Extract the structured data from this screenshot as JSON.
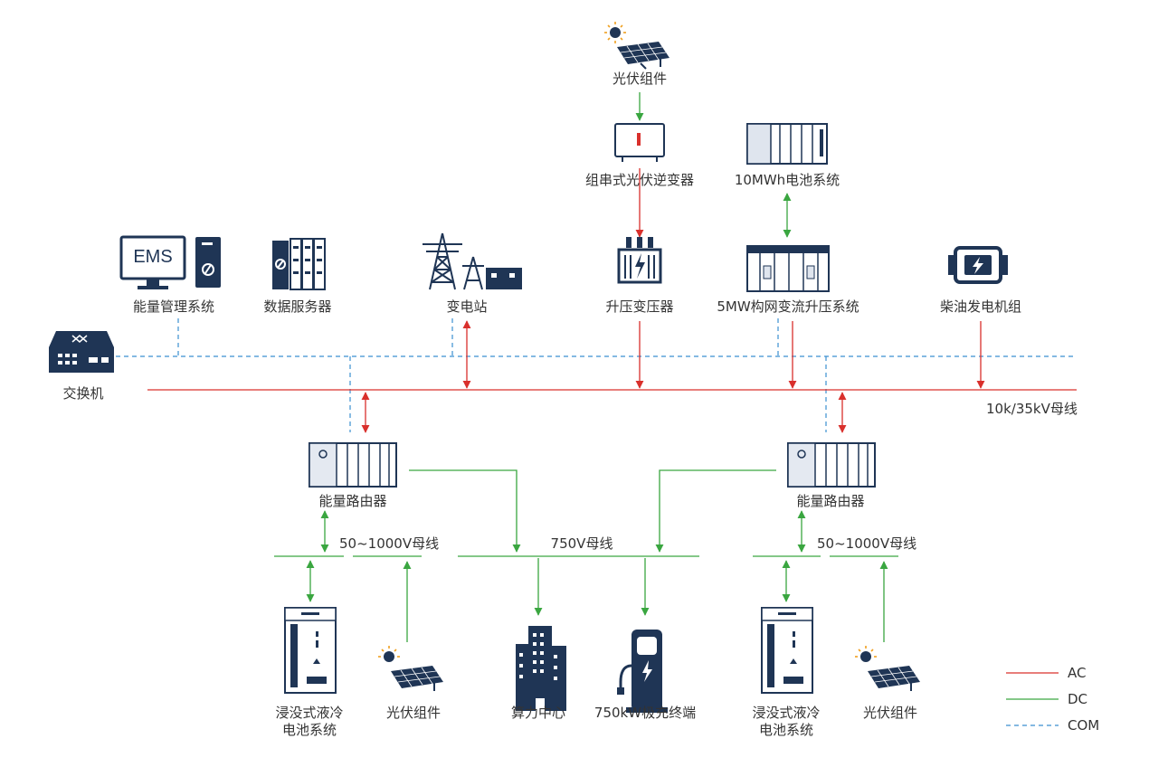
{
  "colors": {
    "ac": "#d9302c",
    "dc": "#3aa640",
    "com": "#3b8fd0",
    "icon": "#1f3555"
  },
  "labels": {
    "pv_top": "光伏组件",
    "string_inverter": "组串式光伏逆变器",
    "battery_10mwh": "10MWh电池系统",
    "ems_text": "EMS",
    "ems": "能量管理系统",
    "data_server": "数据服务器",
    "substation": "变电站",
    "step_up_transformer": "升压变压器",
    "grid_forming": "5MW构网变流升压系统",
    "diesel_gen": "柴油发电机组",
    "switch": "交换机",
    "ac_bus": "10k/35kV母线",
    "router_left": "能量路由器",
    "router_right": "能量路由器",
    "bus_left": "50~1000V母线",
    "bus_mid": "750V母线",
    "bus_right": "50~1000V母线",
    "immersion_left_1": "浸没式液冷",
    "immersion_left_2": "电池系统",
    "pv_bottom_left": "光伏组件",
    "compute_center": "算力中心",
    "charger": "750kW极充终端",
    "immersion_right_1": "浸没式液冷",
    "immersion_right_2": "电池系统",
    "pv_bottom_right": "光伏组件"
  },
  "legend": [
    {
      "type": "AC",
      "label": "AC"
    },
    {
      "type": "DC",
      "label": "DC"
    },
    {
      "type": "COM",
      "label": "COM"
    }
  ]
}
